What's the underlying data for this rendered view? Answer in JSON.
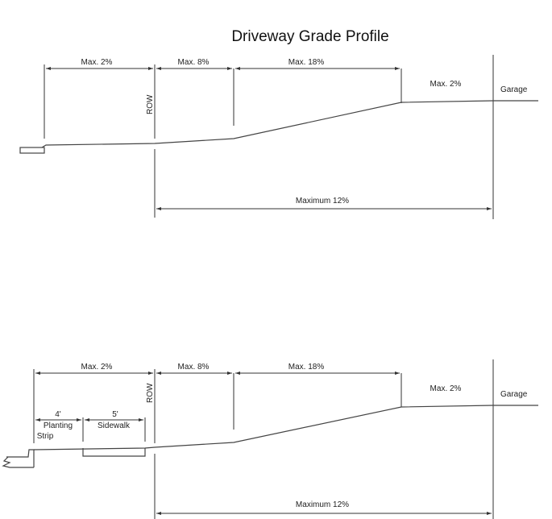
{
  "title": "Driveway Grade Profile",
  "profile_top": {
    "segments": [
      "Max. 2%",
      "Max. 8%",
      "Max. 18%",
      "Max. 2%"
    ],
    "row_label": "ROW",
    "garage_label": "Garage",
    "overall_label": "Maximum 12%"
  },
  "profile_bottom": {
    "segments": [
      "Max. 2%",
      "Max. 8%",
      "Max. 18%",
      "Max. 2%"
    ],
    "row_label": "ROW",
    "garage_label": "Garage",
    "overall_label": "Maximum 12%",
    "planting_strip": {
      "width": "4'",
      "label_line1": "Planting",
      "label_line2": "Strip"
    },
    "sidewalk": {
      "width": "5'",
      "label": "Sidewalk"
    }
  }
}
